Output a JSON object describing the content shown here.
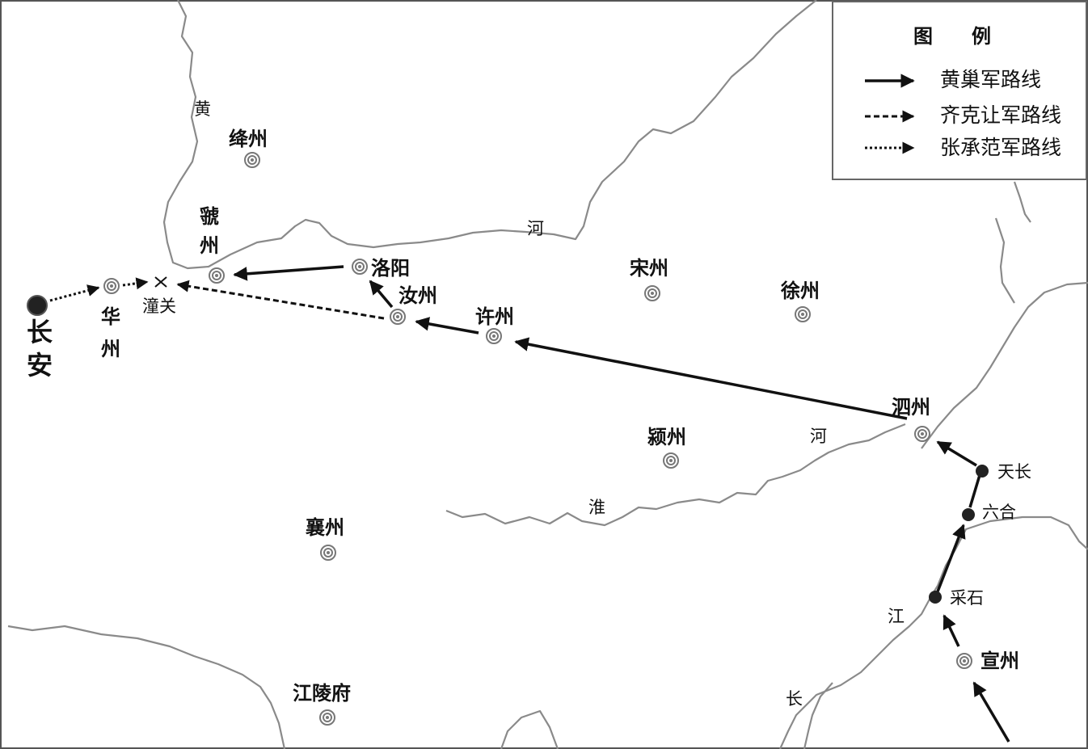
{
  "legend": {
    "title": "图　　例",
    "items": [
      {
        "label": "黄巢军路线",
        "style": "solid"
      },
      {
        "label": "齐克让军路线",
        "style": "dashed"
      },
      {
        "label": "张承范军路线",
        "style": "dotted"
      }
    ]
  },
  "capital": {
    "label_top": "长",
    "label_bottom": "安"
  },
  "cities": {
    "jiangzhou": "绛州",
    "guozhou_top": "虢",
    "guozhou_bottom": "州",
    "huazhou_top": "华",
    "huazhou_bottom": "州",
    "luoyang": "洛阳",
    "ruzhou": "汝州",
    "xuzhou_xu": "许州",
    "songzhou": "宋州",
    "xuzhou": "徐州",
    "sizhou": "泗州",
    "yingzhou": "颍州",
    "xiangzhou": "襄州",
    "jianglingfu": "江陵府",
    "xuanzhou": "宣州"
  },
  "towns": {
    "tongguan": "潼关",
    "tianchang": "天长",
    "liuhe": "六合",
    "caishi": "采石"
  },
  "rivers": {
    "huang": "黄",
    "he_north": "河",
    "he_south": "河",
    "huai": "淮",
    "jiang": "江",
    "chang": "长"
  },
  "colors": {
    "route": "#111111",
    "river": "#8a8a8a",
    "city_ring": "#777777",
    "border": "#555555"
  }
}
